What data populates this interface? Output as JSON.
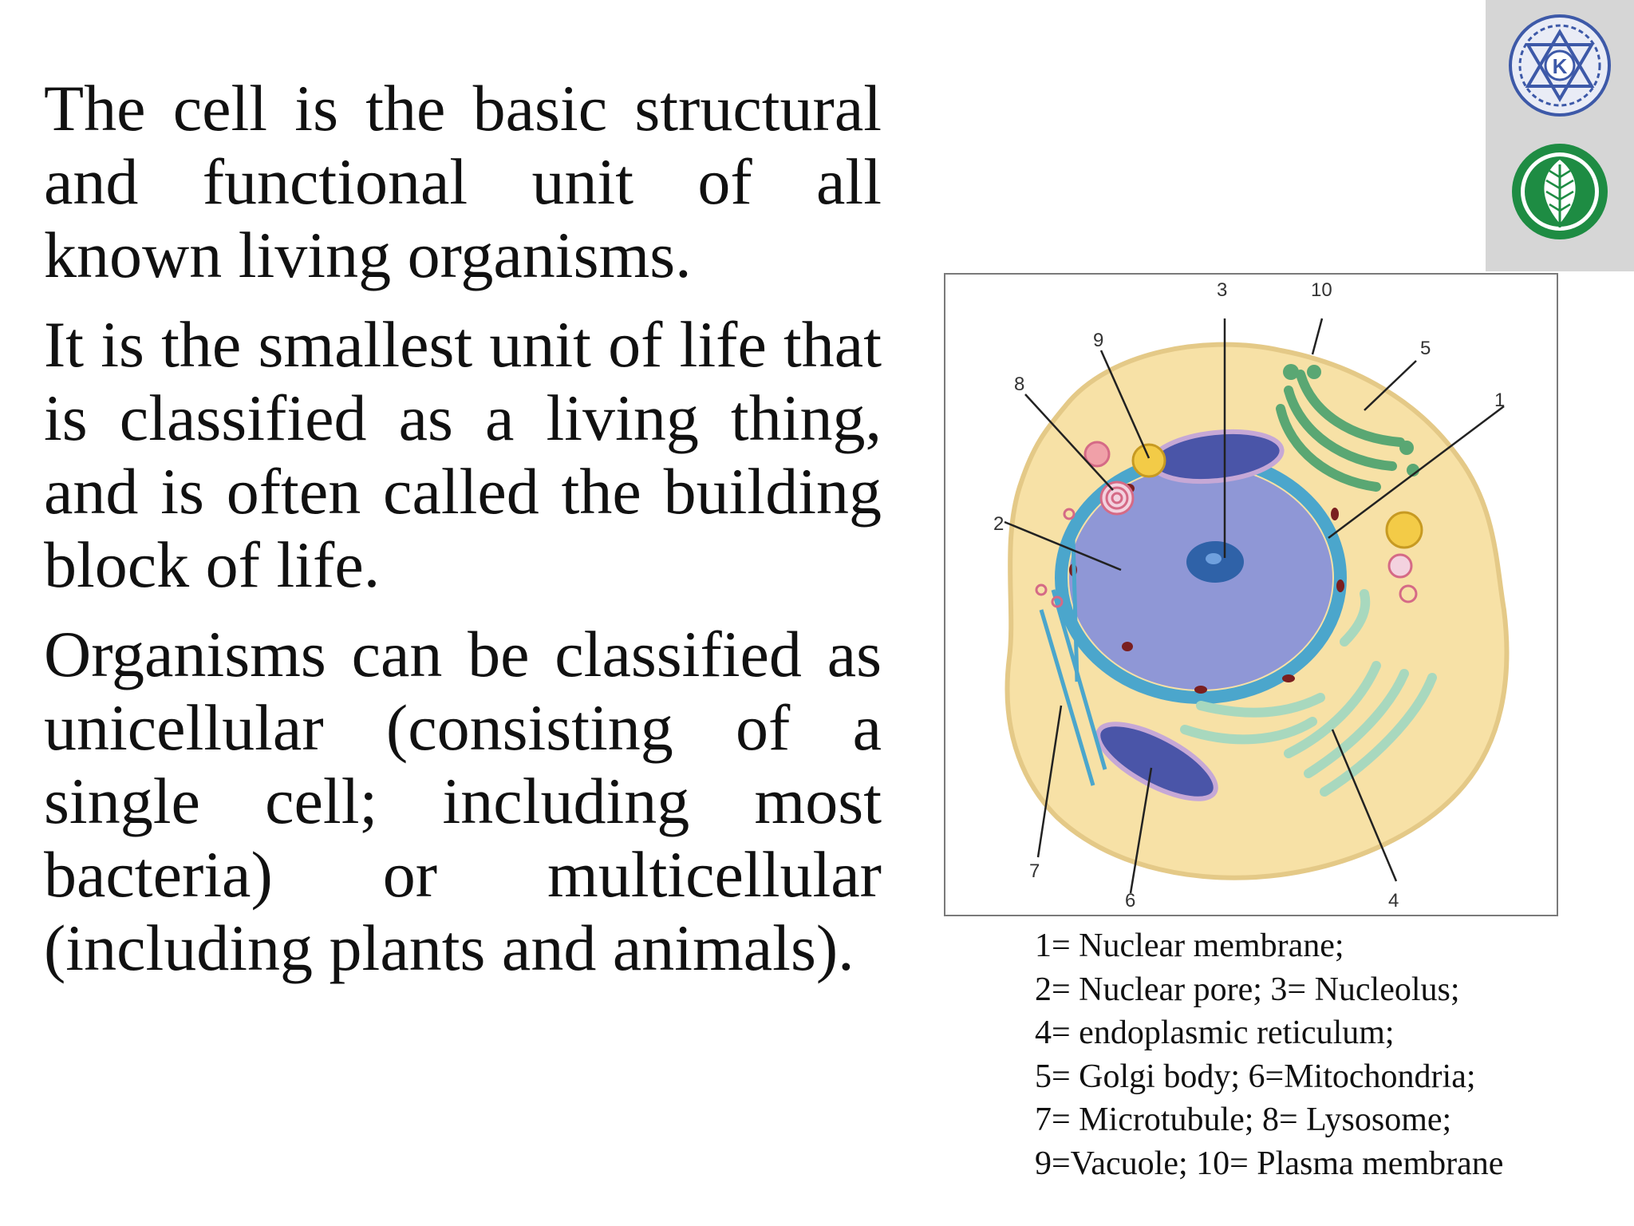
{
  "slide": {
    "paragraphs": [
      "The cell is the basic structural and functional unit of all known living organisms.",
      "It is the smallest unit of life that is classified as a living thing, and is often called the building block of life.",
      "Organisms can be classified as unicellular (consisting of a single cell; including most bacteria) or multicellular (including plants and animals)."
    ]
  },
  "figure": {
    "labels": [
      "1",
      "2",
      "3",
      "4",
      "5",
      "6",
      "7",
      "8",
      "9",
      "10"
    ],
    "legend": [
      "1= Nuclear membrane;",
      "2= Nuclear pore; 3= Nucleolus;",
      "4= endoplasmic reticulum;",
      "5= Golgi body; 6=Mitochondria;",
      "7= Microtubule; 8= Lysosome;",
      "9=Vacuole; 10= Plasma membrane"
    ]
  },
  "logos": {
    "top_emblem": "K",
    "colors": {
      "emblem_blue": "#3d59a8",
      "leaf_green": "#1e8c43",
      "panel_gray": "#d6d6d6"
    }
  },
  "colors": {
    "cytoplasm": "#f7e1a6",
    "nucleus": "#8f97d6",
    "nuclear_membrane": "#4ba6cc",
    "golgi": "#5aa773",
    "mitochondria": "#4a55a8",
    "er": "#a8d8be"
  }
}
